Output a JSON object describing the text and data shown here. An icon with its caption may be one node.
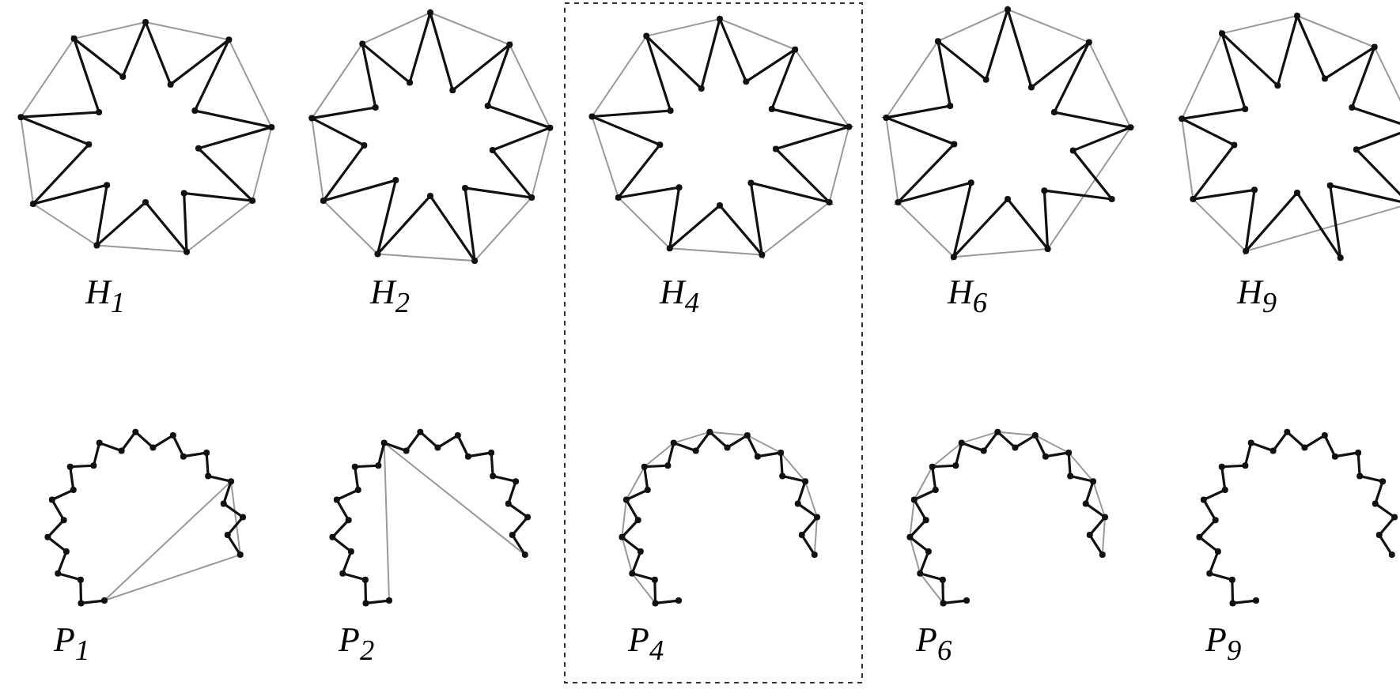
{
  "diagram": {
    "labels": [
      "H$_{1}$",
      "H$_{2}$",
      "H$_{4}$",
      "H$_{6}$",
      "H$_{9}$",
      "P$_{1}$",
      "P$_{2}$",
      "P$_{4}$",
      "P$_{6}$",
      "P$_{9}$"
    ]
  }
}
